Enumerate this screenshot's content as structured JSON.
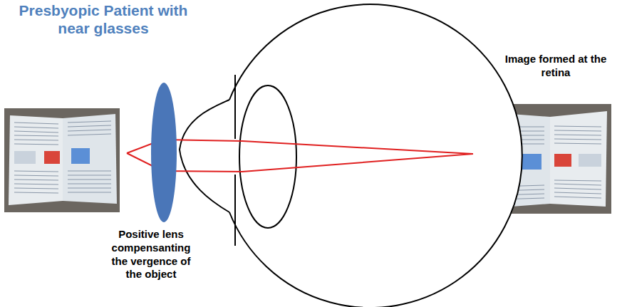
{
  "diagram": {
    "title": "Presbyopic Patient with near glasses",
    "labels": [
      "Image formed at the retina",
      "Positive lens compensanting the vergence of the object"
    ]
  }
}
